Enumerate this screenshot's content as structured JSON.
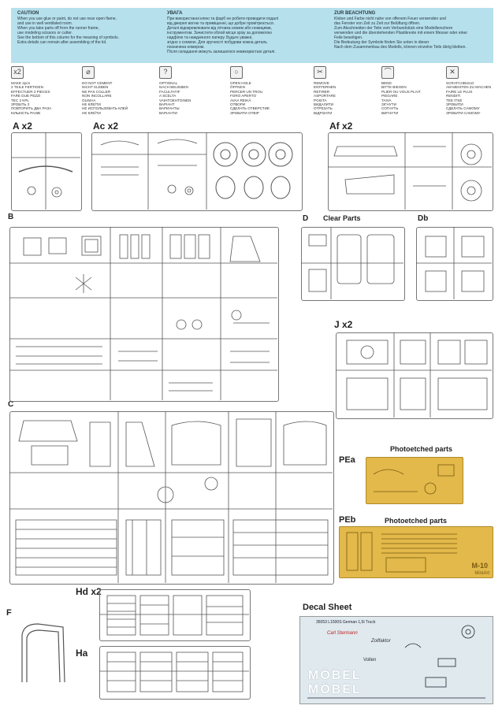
{
  "caution": {
    "en": {
      "title": "CAUTION",
      "lines": [
        "When you use glue or paint, do not use near open flame,",
        "and use in well ventilated room.",
        "When you take parts off from the runner frame,",
        "use modeling scissors or cutter.",
        "See the bottom of this column for the meaning of symbols.",
        "Extra details can remain after assembling of the kit."
      ]
    },
    "ua": {
      "title": "УВАГА",
      "lines": [
        "При використанні клею та фарб не робити проводити подалі",
        "від джерел вогню та приміщенні, що добре провітрюється.",
        "Деталі відокремлювати від літника ножем або ножицями,",
        "інструментом. Зачистити облой місця зрізу за допомогою",
        "надфілю та наждачного паперу. Будьте уважні,",
        "згідно з схемою. Для зручності побудови кожна деталь",
        "позначена номером.",
        "Після складання можуть залишатися невикористані деталі."
      ]
    },
    "de": {
      "title": "ZUR BEACHTUNG",
      "lines": [
        "Kleber und Farbe nicht nahe von offenem Feuer verwenden und",
        "das Fenster von Zeit zu Zeit zur Belüftung öffnen.",
        "Zum Abschneiden der Teile vom Verbundstück eine Modellierschere",
        "verwenden und die überstehenden Plastikreste mit einem Messer oder einer",
        "Feile beseitigen.",
        "Die Bedeutung der Symbole finden Sie unten in dieser",
        "Nach dem Zusammenbau des Modells, können einzelne Teile übrig bleiben."
      ]
    }
  },
  "symbols": [
    {
      "icon": "x2",
      "lines": [
        "MAKE 2pcs",
        "2 TEILE FERTIGEN",
        "EFFECTUER 2 PIECES",
        "FARE DUE PEZZI",
        "TEC 2 KPL",
        "ЗРОБІТЬ 2",
        "ПОВТОРИТЬ ДВА РАЗА",
        "КІЛЬКІСТЬ РАЗІВ"
      ]
    },
    {
      "icon": "⌀",
      "lines": [
        "DO NOT CEMENT",
        "NICHT KLEBEN",
        "NE PAS COLLER",
        "NON INCOLLARE",
        "OLIMAA",
        "НЕ КЛЕЇТИ",
        "НЕ ИСПОЛЬЗОВАТЬ КЛЕЙ",
        "НЕ КЛЕЇТИ"
      ]
    },
    {
      "icon": "?",
      "lines": [
        "OPTIONAL",
        "NACH BELIEBEN",
        "FACULTATIF",
        "A SCELTA",
        "VAIHTOEHTOINEN",
        "ВАРІАНТ",
        "ВАРИАНТЫ",
        "ВАРІАНТИ"
      ]
    },
    {
      "icon": "○",
      "lines": [
        "OPEN HOLE",
        "ÖFFNEN",
        "PERCER UN TROU",
        "FORO APERTO",
        "AVAA REIKÄ",
        "ОТВОРИ",
        "СДЕЛАТЬ ОТВЕРСТИЕ",
        "ЗРОБИТИ ОТВІР"
      ]
    },
    {
      "icon": "✂",
      "lines": [
        "REMOVE",
        "ENTFERNEN",
        "RETIRER",
        "ASPORTARE",
        "POISTA",
        "ВИДАЛИТИ",
        "ОТРЕЗАТЬ",
        "ВІДРІЗАТИ"
      ]
    },
    {
      "icon": "⌒",
      "lines": [
        "BEND",
        "BITTE BIEGEN",
        "PLIER OU VOUS PLAIT",
        "PIEGARE",
        "TAIVA",
        "ЗІГНУТИ",
        "СОГНУТЬ",
        "ВИГНУТИ"
      ]
    },
    {
      "icon": "✕",
      "lines": [
        "SCRATCHBUILD",
        "AM MEISTEN ZU MACHEN",
        "FAIRE LE PLUS",
        "RENDITI",
        "TEE ITSE",
        "ЗРОБИТИ",
        "СДЕЛАТЬ САМОМУ",
        "ЗРОБИТИ САМОМУ"
      ]
    }
  ],
  "sprues": [
    {
      "id": "a",
      "label": "A x2"
    },
    {
      "id": "ac",
      "label": "Ac x2"
    },
    {
      "id": "af",
      "label": "Af x2"
    },
    {
      "id": "b",
      "label": "B"
    },
    {
      "id": "d",
      "label": "D"
    },
    {
      "id": "clear",
      "label": "Clear Parts"
    },
    {
      "id": "db",
      "label": "Db"
    },
    {
      "id": "j",
      "label": "J x2"
    },
    {
      "id": "c",
      "label": "C"
    },
    {
      "id": "pea",
      "label": "PEa"
    },
    {
      "id": "pe-title-1",
      "label": "Photoetched parts"
    },
    {
      "id": "peb",
      "label": "PEb"
    },
    {
      "id": "pe-title-2",
      "label": "Photoetched parts"
    },
    {
      "id": "hd",
      "label": "Hd x2"
    },
    {
      "id": "f",
      "label": "F"
    },
    {
      "id": "ha",
      "label": "Ha"
    },
    {
      "id": "decal",
      "label": "Decal Sheet"
    }
  ],
  "decal": {
    "header": "35053 L1500S German 1,5t Truck",
    "words": [
      "MÖBEL",
      "MÖBEL",
      "Carl Stermann",
      "Zollfaktor",
      "Vollen"
    ]
  },
  "plate_marks": {
    "m10": "M-10",
    "brand": "MiniArt"
  }
}
